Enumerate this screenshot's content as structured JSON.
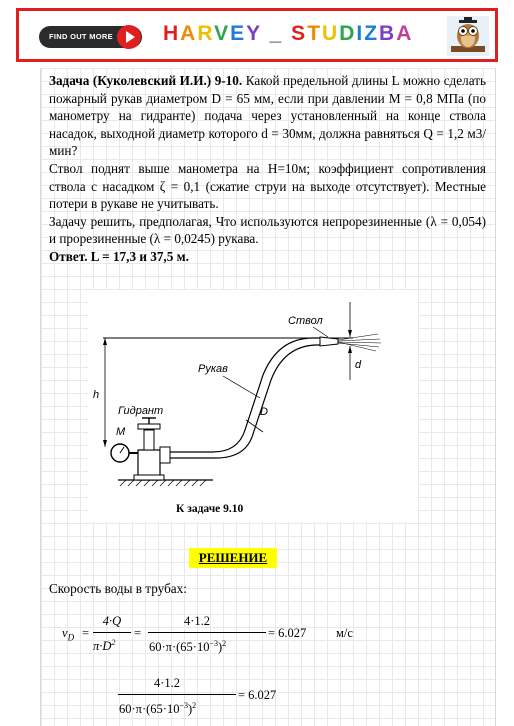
{
  "banner": {
    "button_label": "FIND OUT MORE",
    "brand_letters": [
      {
        "ch": "H",
        "color": "#e0201e"
      },
      {
        "ch": "A",
        "color": "#f08a00"
      },
      {
        "ch": "R",
        "color": "#e9c200"
      },
      {
        "ch": "V",
        "color": "#2ea44f"
      },
      {
        "ch": "E",
        "color": "#1f7bd6"
      },
      {
        "ch": "Y",
        "color": "#7b3fc4"
      },
      {
        "ch": " _ ",
        "color": "#333333"
      },
      {
        "ch": "S",
        "color": "#e0201e"
      },
      {
        "ch": "T",
        "color": "#f08a00"
      },
      {
        "ch": "U",
        "color": "#e9c200"
      },
      {
        "ch": "D",
        "color": "#2ea44f"
      },
      {
        "ch": "I",
        "color": "#1f7bd6"
      },
      {
        "ch": "Z",
        "color": "#1f7bd6"
      },
      {
        "ch": "B",
        "color": "#7b3fc4"
      },
      {
        "ch": "A",
        "color": "#c43f9a"
      }
    ]
  },
  "problem": {
    "title": "Задача (Куколевский И.И.) 9-10.",
    "text1": " Какой предельной длины L можно сделать пожарный рукав диаметром D = 65 мм, если при давлении М = 0,8 МПа (по манометру на гидранте) подача через установленный на конце ствола насадок, выходной диаметр которого d = 30мм, должна равняться Q = 1,2 м3/мин?",
    "text2": "Ствол поднят выше манометра на Н=10м; коэффициент сопротивления ствола с насадком ζ = 0,1 (сжатие струи на выходе отсутствует). Местные потери в рукаве не учитывать.",
    "text3": "Задачу решить, предполагая, Что используются непрорезиненные (λ = 0,054) и прорезиненные (λ = 0,0245) рукава.",
    "answer": "Ответ. L = 17,3 и 37,5 м."
  },
  "figure": {
    "label_stvol": "Ствол",
    "label_rukav": "Рукав",
    "label_gidrant": "Гидрант",
    "label_M": "M",
    "label_h": "h",
    "label_D": "D",
    "label_d": "d",
    "caption": "К задаче 9.10"
  },
  "solution": {
    "heading": "РЕШЕНИЕ",
    "speed_text": "Скорость воды в трубах:",
    "formula": {
      "lhs": "v",
      "lhs_sub": "D",
      "eq": "=",
      "num1": "4·Q",
      "den1": "π·D",
      "den1_sup": "2",
      "num2": "4·1.2",
      "den2": "60·π·(65·10",
      "den2_exp": "−3",
      "den2_close": ")",
      "den2_sup": "2",
      "result": "= 6.027",
      "unit": "м/с"
    },
    "formula2": {
      "num": "4·1.2",
      "den": "60·π·(65·10",
      "den_exp": "−3",
      "den_close": ")",
      "den_sup": "2",
      "result": "= 6.027"
    }
  }
}
